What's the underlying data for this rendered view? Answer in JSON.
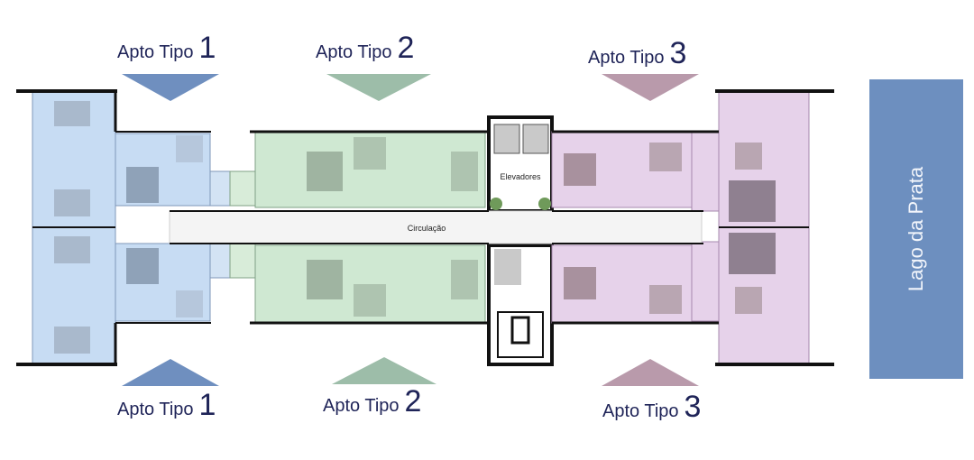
{
  "labels": {
    "top_1": {
      "text": "Apto Tipo",
      "num": "1"
    },
    "top_2": {
      "text": "Apto Tipo",
      "num": "2"
    },
    "top_3": {
      "text": "Apto Tipo",
      "num": "3"
    },
    "bottom_1": {
      "text": "Apto Tipo",
      "num": "1"
    },
    "bottom_2": {
      "text": "Apto Tipo",
      "num": "2"
    },
    "bottom_3": {
      "text": "Apto Tipo",
      "num": "3"
    }
  },
  "plan": {
    "elevators_label": "Elevadores",
    "circulation_label": "Circulação"
  },
  "lake": {
    "label": "Lago da Prata"
  },
  "colors": {
    "tipo1": "#c7dcf3",
    "tipo2": "#cfe8d2",
    "tipo3": "#e6d2ea",
    "tri1": "#6f8fbf",
    "tri2": "#9dbda9",
    "tri3": "#b99aab",
    "lake": "#6d8fbf",
    "text": "#1f2458"
  }
}
